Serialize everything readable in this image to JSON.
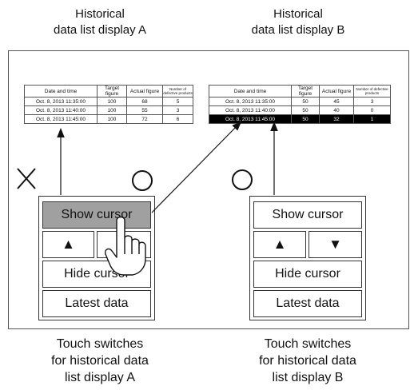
{
  "captions": {
    "top_a_line1": "Historical",
    "top_a_line2": "data list display A",
    "top_b_line1": "Historical",
    "top_b_line2": "data list display B",
    "bottom_a_line1": "Touch switches",
    "bottom_a_line2": "for historical data",
    "bottom_a_line3": "list display A",
    "bottom_b_line1": "Touch switches",
    "bottom_b_line2": "for historical data",
    "bottom_b_line3": "list display B"
  },
  "table_headers": {
    "date": "Date and time",
    "target": "Target figure",
    "actual": "Actual figure",
    "defective": "Number of defective products"
  },
  "table_a": [
    {
      "date": "Oct. 8, 2013 11:35:00",
      "target": "100",
      "actual": "68",
      "defective": "5"
    },
    {
      "date": "Oct. 8, 2013 11:40:00",
      "target": "100",
      "actual": "55",
      "defective": "3"
    },
    {
      "date": "Oct. 8, 2013 11:45:00",
      "target": "100",
      "actual": "72",
      "defective": "6"
    }
  ],
  "table_b": [
    {
      "date": "Oct. 8, 2013 11:35:00",
      "target": "50",
      "actual": "45",
      "defective": "3"
    },
    {
      "date": "Oct. 8, 2013 11:40:00",
      "target": "50",
      "actual": "40",
      "defective": "0"
    },
    {
      "date": "Oct. 8, 2013 11:45:00",
      "target": "50",
      "actual": "32",
      "defective": "1"
    }
  ],
  "buttons": {
    "show_cursor": "Show cursor",
    "up": "▲",
    "down": "▼",
    "hide_cursor": "Hide cursor",
    "latest_data": "Latest data"
  },
  "marks": {
    "cross": "✕",
    "circle": "○"
  },
  "colors": {
    "pressed_button": "#a0a0a0",
    "selected_row_bg": "#000000",
    "selected_row_fg": "#ffffff"
  }
}
